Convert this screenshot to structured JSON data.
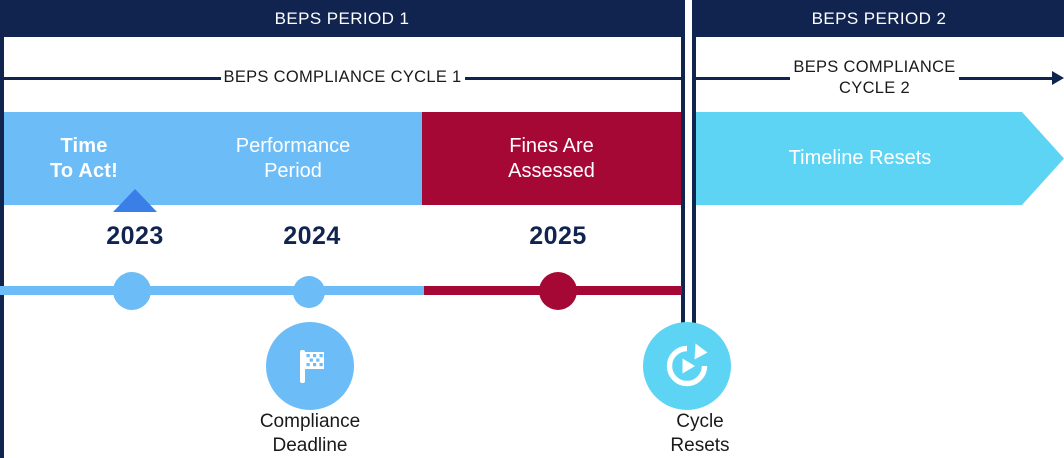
{
  "periods": [
    {
      "key": "period1",
      "label": "BEPS PERIOD 1"
    },
    {
      "key": "period2",
      "label": "BEPS PERIOD 2"
    }
  ],
  "cycles": [
    {
      "key": "cycle1",
      "label": "BEPS COMPLIANCE CYCLE 1"
    },
    {
      "key": "cycle2",
      "label": "BEPS COMPLIANCE CYCLE 2"
    }
  ],
  "bands": [
    {
      "key": "time_to_act",
      "label": "Time\nTo Act!",
      "color": "#6CBCF7"
    },
    {
      "key": "performance",
      "label": "Performance\nPeriod",
      "color": "#6CBCF7"
    },
    {
      "key": "fines",
      "label": "Fines Are\nAssessed",
      "color": "#A50834"
    },
    {
      "key": "timeline_reset",
      "label": "Timeline Resets",
      "color": "#5DD4F4"
    }
  ],
  "band_labels": {
    "time_to_act_line1": "Time",
    "time_to_act_line2": "To Act!",
    "performance_line1": "Performance",
    "performance_line2": "Period",
    "fines_line1": "Fines Are",
    "fines_line2": "Assessed",
    "timeline_reset": "Timeline Resets"
  },
  "years": [
    {
      "key": "y2023",
      "label": "2023",
      "color": "#6CBCF7"
    },
    {
      "key": "y2024",
      "label": "2024",
      "color": "#6CBCF7"
    },
    {
      "key": "y2025",
      "label": "2025",
      "color": "#A50834"
    }
  ],
  "milestones": [
    {
      "key": "compliance_deadline",
      "line1": "Compliance",
      "line2": "Deadline",
      "icon": "checkered-flag-icon",
      "color": "#6CBCF7"
    },
    {
      "key": "cycle_resets",
      "line1": "Cycle",
      "line2": "Resets",
      "icon": "refresh-play-icon",
      "color": "#5DD4F4"
    }
  ],
  "colors": {
    "navy": "#112450",
    "blue": "#6CBCF7",
    "cyan": "#5DD4F4",
    "crimson": "#A50834",
    "marker_blue": "#3A7FE8",
    "text_dark": "#1A1A1A",
    "white": "#FFFFFF"
  }
}
